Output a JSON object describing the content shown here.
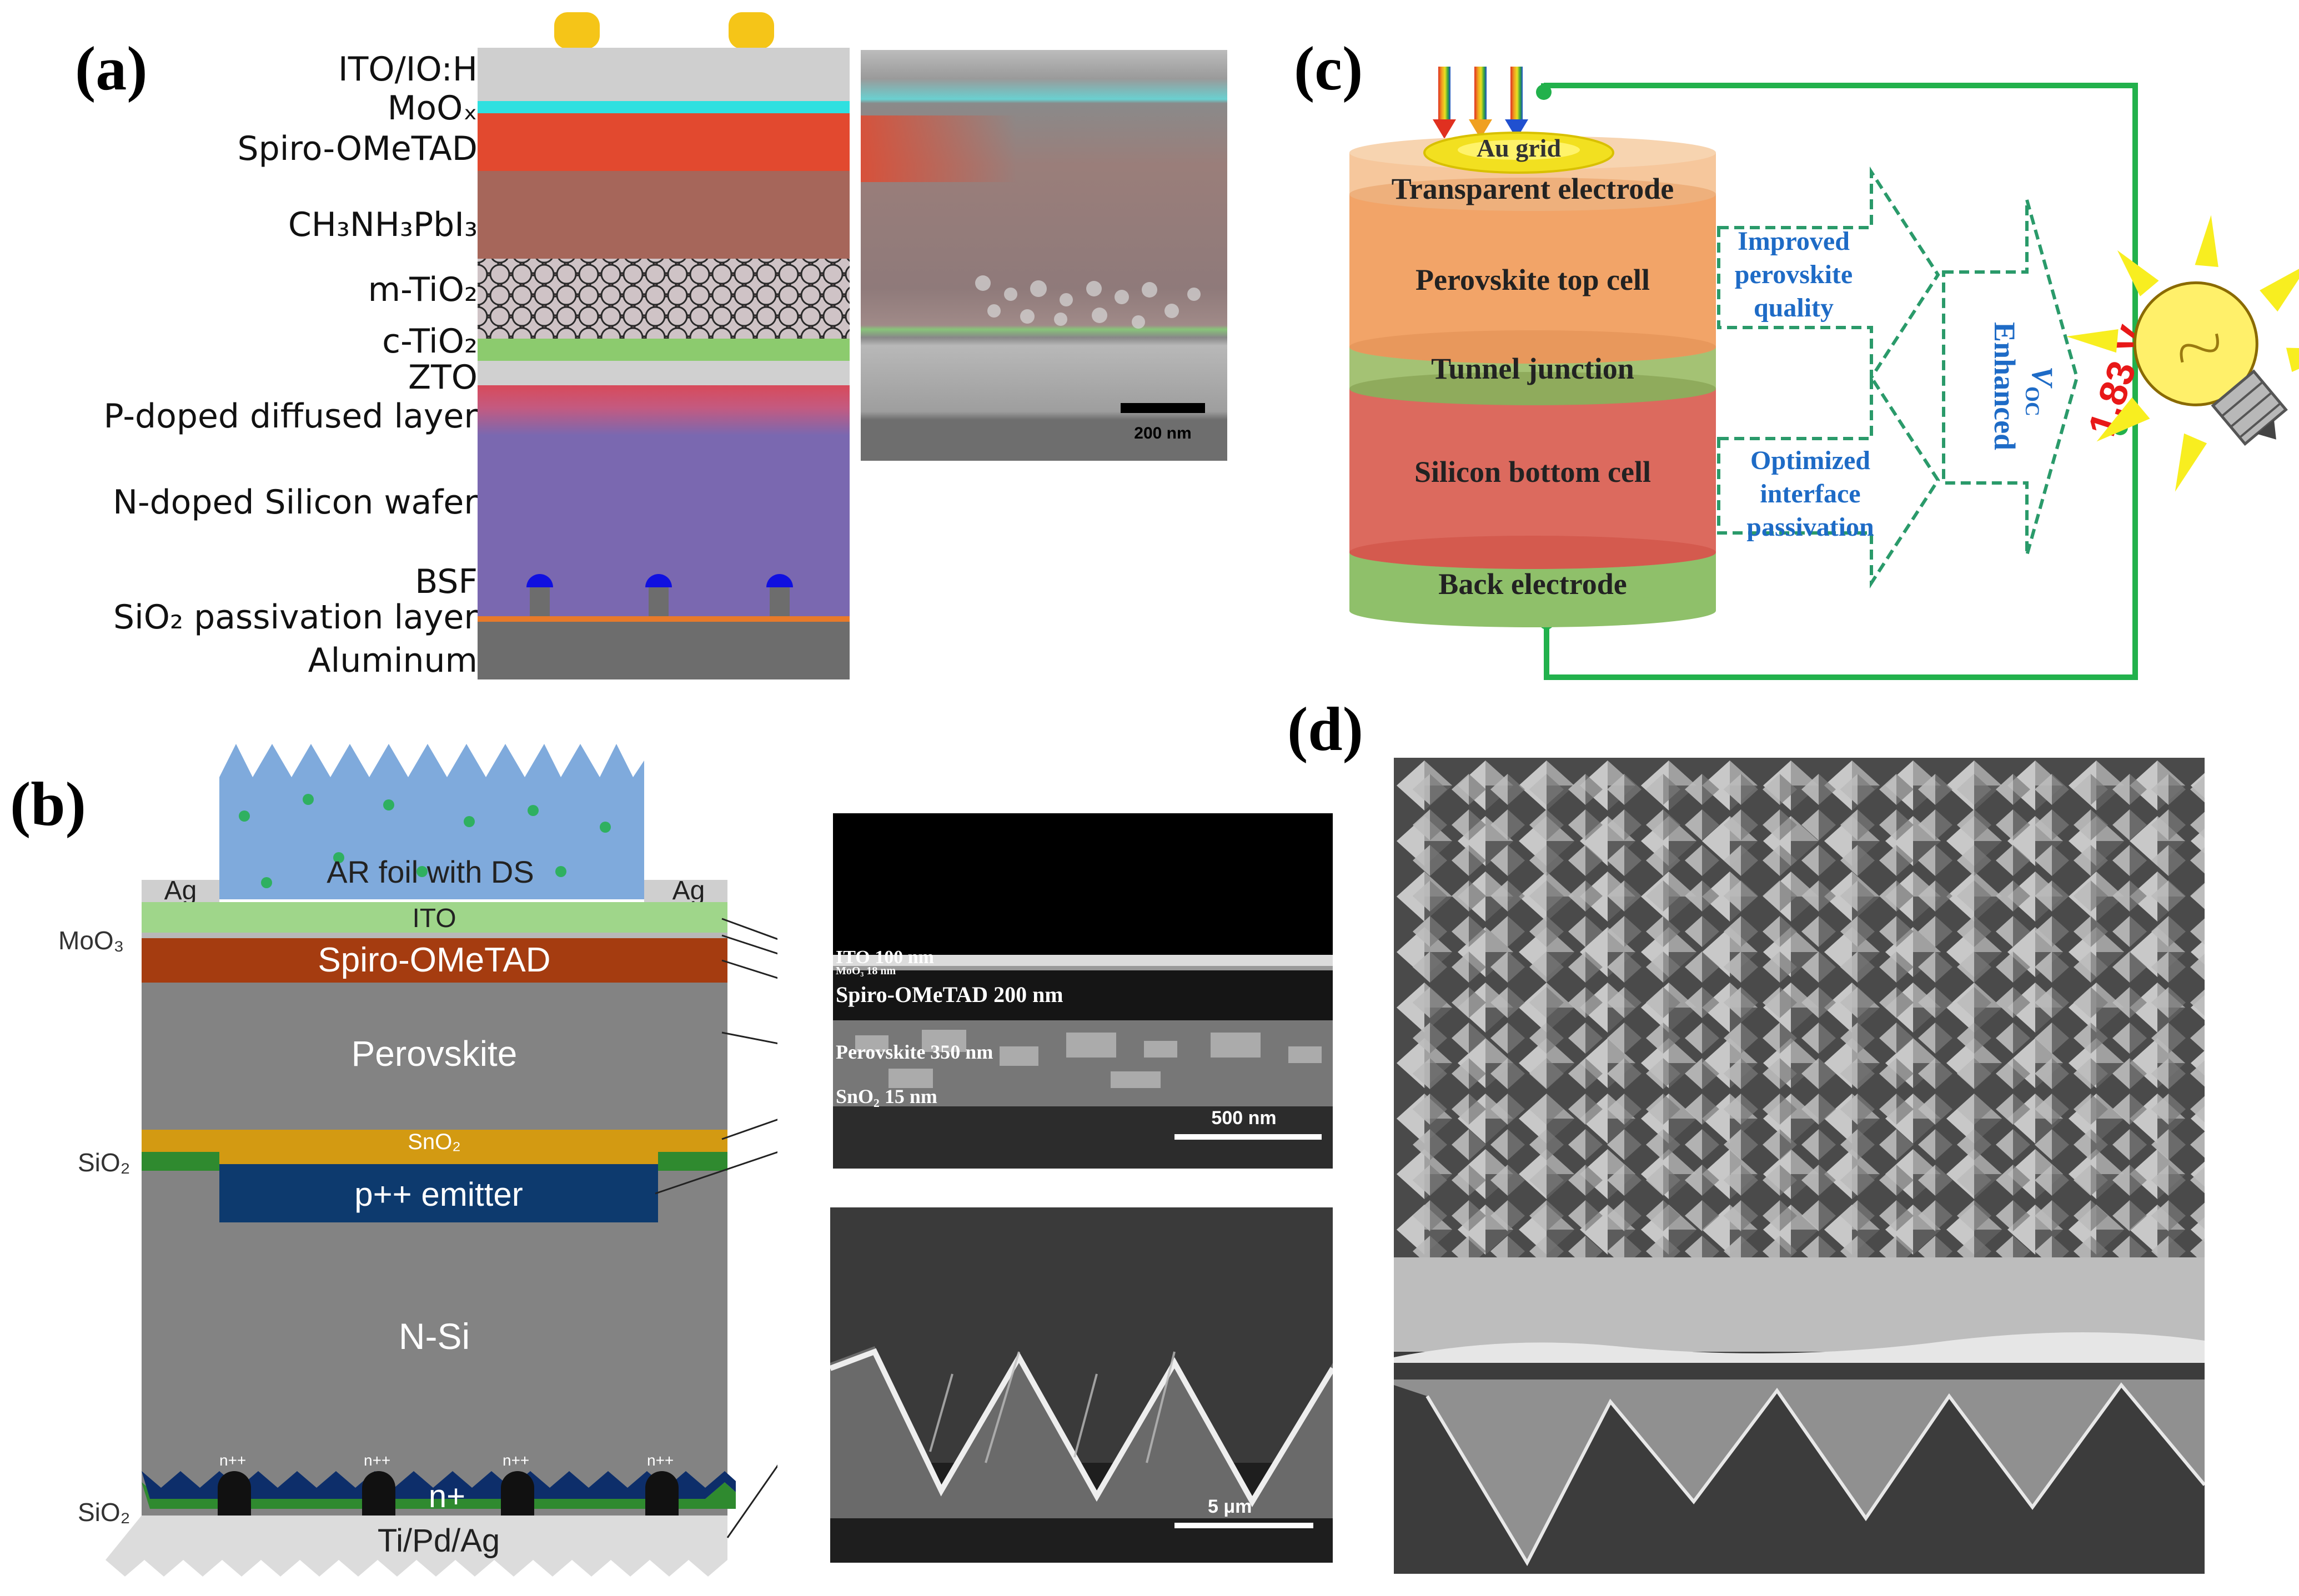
{
  "panels": {
    "a": "(a)",
    "b": "(b)",
    "c": "(c)",
    "d": "(d)"
  },
  "panel_a": {
    "layers": {
      "ito": "ITO/IO:H",
      "moox": "MoOₓ",
      "spiro": "Spiro-OMeTAD",
      "perov": "CH₃NH₃PbI₃",
      "mtio2": "m-TiO₂",
      "ctio2": "c-TiO₂",
      "zto": "ZTO",
      "pdoped": "P-doped diffused layer",
      "ndoped": "N-doped Silicon wafer",
      "bsf": "BSF",
      "sio2": "SiO₂ passivation layer",
      "al": "Aluminum"
    },
    "scalebar": "200 nm"
  },
  "panel_b": {
    "ar_foil": "AR foil with DS",
    "ag_left": "Ag",
    "ag_right": "Ag",
    "ito": "ITO",
    "moo3": "MoO₃",
    "spiro": "Spiro-OMeTAD",
    "perovskite": "Perovskite",
    "sno2": "SnO₂",
    "sio2_top": "SiO₂",
    "emitter": "p++ emitter",
    "nsi": "N-Si",
    "npp": "n++",
    "nplus": "n+",
    "sio2_bottom": "SiO₂",
    "tipdag": "Ti/Pd/Ag",
    "sem1": {
      "ito": "ITO  100 nm",
      "moo3": "MoO₃ 18 nm",
      "spiro": "Spiro-OMeTAD 200 nm",
      "perov": "Perovskite 350 nm",
      "sno2": "SnO₂ 15 nm",
      "scalebar": "500 nm"
    },
    "sem2_scalebar": "5 μm"
  },
  "panel_c": {
    "au_grid": "Au grid",
    "transparent": "Transparent electrode",
    "perov_top": "Perovskite top cell",
    "tunnel": "Tunnel junction",
    "silicon": "Silicon bottom cell",
    "back": "Back electrode",
    "improved": [
      "Improved",
      "perovskite",
      "quality"
    ],
    "optimized": [
      "Optimized",
      "interface",
      "passivation"
    ],
    "enhanced": "Enhanced",
    "voc": "V",
    "voc_sub": "OC",
    "voltage": "1.83 V"
  },
  "colors": {
    "ito_gray": "#cfcfcf",
    "moox_cyan": "#2fe0e0",
    "spiro_red": "#e2492f",
    "perov_brown": "#a6665a",
    "ctio2_green": "#8ccb6e",
    "wafer_purple": "#7a68b0",
    "al_gray": "#6d6d6d",
    "circuit_green": "#22b14c",
    "caption_blue": "#1e6bc6"
  }
}
